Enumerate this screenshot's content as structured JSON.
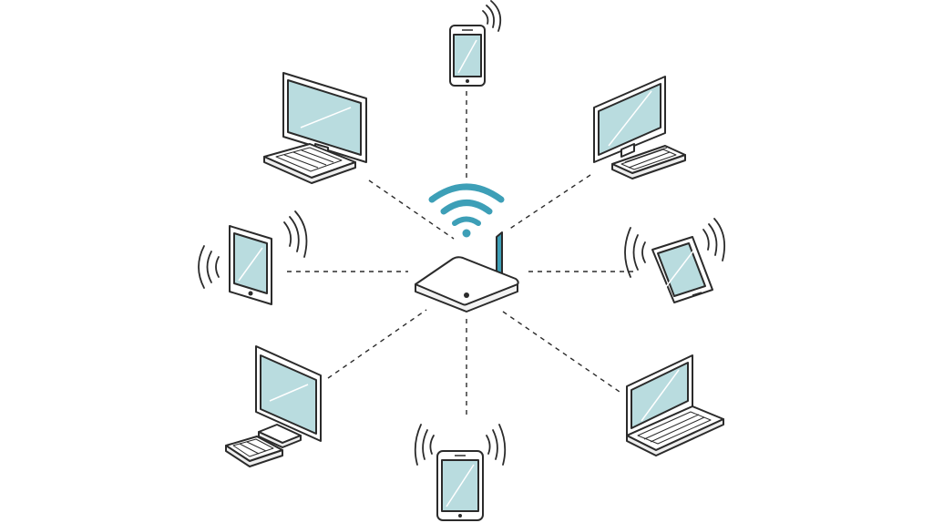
{
  "diagram": {
    "type": "wireless-network-star",
    "hub": {
      "kind": "wireless-router",
      "icon": "router-icon",
      "signal_icon": "wifi-icon"
    },
    "devices": [
      {
        "id": "top",
        "kind": "smartphone",
        "icon": "smartphone-icon",
        "wireless": true
      },
      {
        "id": "top-right",
        "kind": "desktop-computer",
        "icon": "desktop-computer-icon",
        "wireless": false
      },
      {
        "id": "right",
        "kind": "tablet",
        "icon": "tablet-icon",
        "wireless": true
      },
      {
        "id": "bottom-right",
        "kind": "laptop",
        "icon": "laptop-icon",
        "wireless": false
      },
      {
        "id": "bottom",
        "kind": "smartphone",
        "icon": "smartphone-icon",
        "wireless": true
      },
      {
        "id": "bottom-left",
        "kind": "desktop-computer",
        "icon": "desktop-computer-icon",
        "wireless": false
      },
      {
        "id": "left",
        "kind": "tablet",
        "icon": "tablet-icon",
        "wireless": true
      },
      {
        "id": "top-left",
        "kind": "desktop-computer",
        "icon": "desktop-computer-icon",
        "wireless": false
      }
    ],
    "connection_style": "dashed",
    "colors": {
      "outline": "#2b2b2b",
      "screen": "#b9dcdf",
      "accent": "#3d9fb7",
      "device_body": "#ffffff",
      "shadow": "#e8e8e8"
    }
  }
}
